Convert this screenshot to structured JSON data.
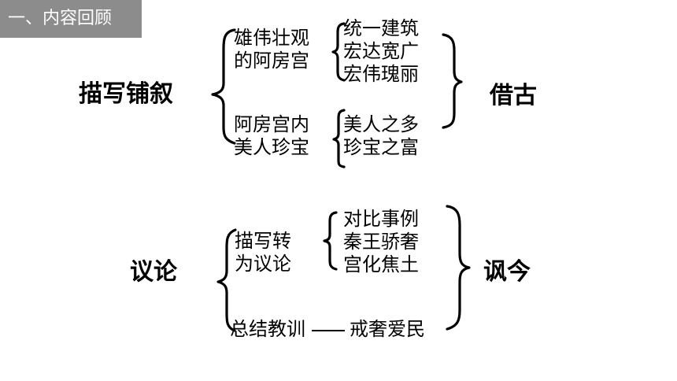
{
  "section_title": "一、内容回顾",
  "part1": {
    "left_heading": "描写铺叙",
    "right_heading": "借古",
    "group_a": {
      "lines": [
        "雄伟壮观",
        "的阿房宫"
      ]
    },
    "group_a_details": {
      "lines": [
        "统一建筑",
        "宏达宽广",
        "宏伟瑰丽"
      ]
    },
    "group_b": {
      "lines": [
        "阿房宫内",
        "美人珍宝"
      ]
    },
    "group_b_details": {
      "lines": [
        "美人之多",
        "珍宝之富"
      ]
    }
  },
  "part2": {
    "left_heading": "议论",
    "right_heading": "讽今",
    "group_a": {
      "lines": [
        "描写转",
        "为议论"
      ]
    },
    "group_a_details": {
      "lines": [
        "对比事例",
        "秦王骄奢",
        "宫化焦土"
      ]
    },
    "summary": {
      "label": "总结教训",
      "conclusion": "戒奢爱民"
    }
  }
}
